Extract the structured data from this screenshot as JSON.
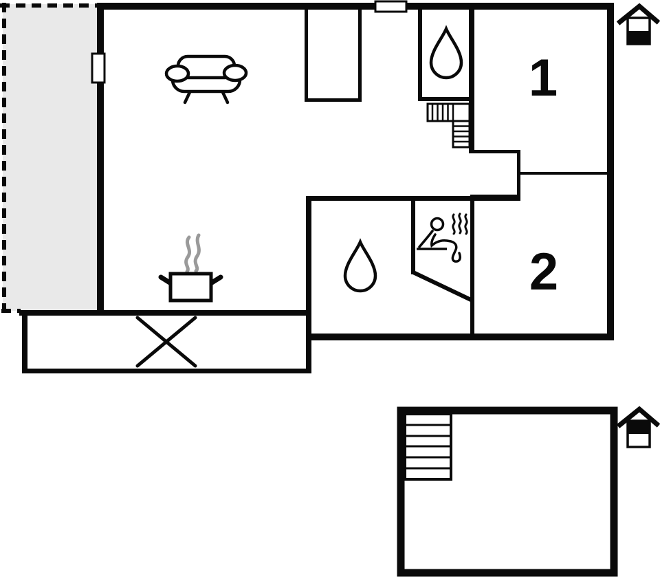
{
  "rooms": {
    "room_1": {
      "label": "1"
    },
    "room_2": {
      "label": "2"
    }
  },
  "colors": {
    "wall": "#0a0a0a",
    "water_drop_fill": "#b8f1ef",
    "veranda_fill": "#e9e9e9",
    "steam_gray": "#9a9a9a",
    "background": "#ffffff"
  },
  "icons": {
    "sofa": "sofa-icon",
    "cooking_pot": "cooking-pot-icon",
    "steam": "steam-icon",
    "water_drop_bathroom_top": "water-drop-icon",
    "water_drop_bathroom_bottom": "water-drop-icon",
    "sauna": "sauna-person-icon",
    "heat_waves": "heat-waves-icon",
    "staircase_upper_plan": "staircase-icon",
    "staircase_lower_plan": "staircase-icon",
    "terrace_cross": "terrace-cross-icon",
    "window_left_wall": "window-icon",
    "window_top_wall": "window-icon",
    "level_indicator_main": "house-level-icon-lower-half-filled",
    "level_indicator_basement": "house-level-icon-upper-half-filled"
  }
}
